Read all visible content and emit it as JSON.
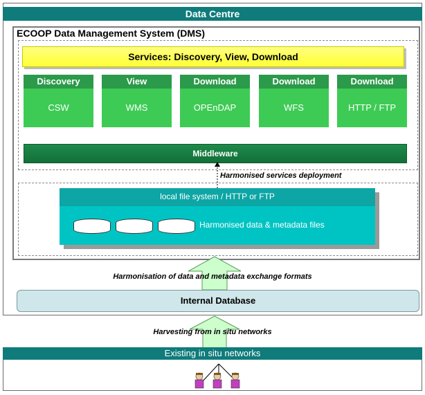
{
  "data_centre": {
    "title": "Data Centre"
  },
  "dms": {
    "title": "ECOOP Data Management System (DMS)",
    "services_bar": "Services: Discovery, View, Download",
    "services": [
      {
        "head": "Discovery",
        "body": "CSW"
      },
      {
        "head": "View",
        "body": "WMS"
      },
      {
        "head": "Download",
        "body": "OPEnDAP"
      },
      {
        "head": "Download",
        "body": "WFS"
      },
      {
        "head": "Download",
        "body": "HTTP / FTP"
      }
    ],
    "middleware": "Middleware",
    "harmonised_services": "Harmonised services deployment",
    "file_system": "local file system / HTTP or FTP",
    "files_label": "Harmonised data & metadata files"
  },
  "harmonisation_caption": "Harmonisation of data and metadata exchange formats",
  "internal_database": "Internal Database",
  "harvesting_caption": "Harvesting from in situ networks",
  "existing_networks": "Existing in situ networks",
  "colors": {
    "teal": "#0f7b7b",
    "services_yellow": "#ffff33",
    "service_green": "#3ecb55",
    "middleware_green": "#127038",
    "cyan": "#00c4c4",
    "db_blue": "#cfe6ea",
    "arrow_green": "#ccffcc"
  }
}
